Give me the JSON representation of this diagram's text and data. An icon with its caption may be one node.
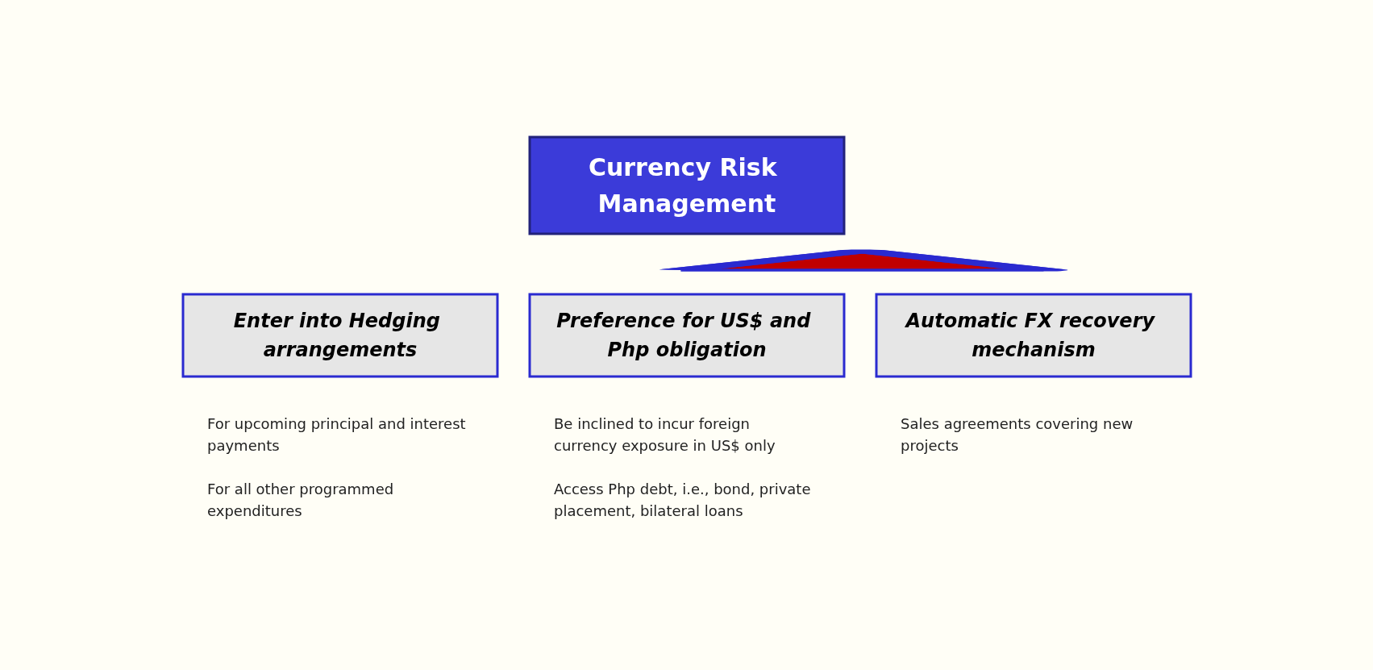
{
  "diagram": {
    "nodes": [
      {
        "text": [
          "Currency Risk Management"
        ]
      },
      {
        "text": [],
        "shape": "triangle"
      },
      {
        "text": [
          "Enter into Hedging arrangements"
        ],
        "beside": [
          "For upcoming principal and interest payments",
          "For all other programmed expenditures"
        ]
      },
      {
        "text": [
          "Preference for US$ and Php obligation"
        ],
        "beside": [
          "Be inclined to incur foreign currency exposure in US$ only",
          "Access Php debt, i.e., bond, private placement, bilateral loans"
        ]
      },
      {
        "text": [
          "Automatic FX recovery mechanism"
        ],
        "beside": [
          "Sales agreements covering new projects"
        ]
      }
    ],
    "edges": []
  }
}
